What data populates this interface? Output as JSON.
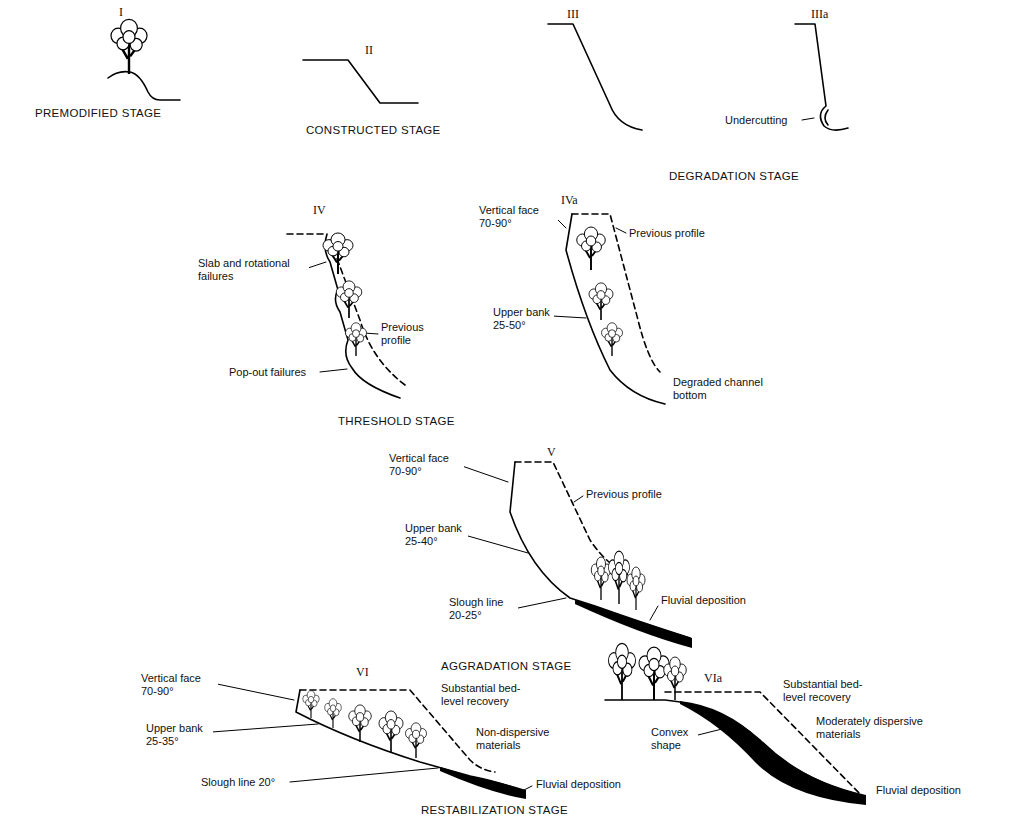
{
  "diagram": {
    "labels": [
      "I",
      "PREMODIFIED STAGE",
      "II",
      "CONSTRUCTED STAGE",
      "III",
      "IIIa",
      "Undercutting",
      "DEGRADATION STAGE",
      "IV",
      "Slab and rotational failures",
      "Previous profile",
      "Pop-out failures",
      "IVa",
      "Vertical face 70-90°",
      "Previous profile",
      "Upper bank 25-50°",
      "Degraded channel bottom",
      "THRESHOLD STAGE",
      "V",
      "Vertical face 70-90°",
      "Previous profile",
      "Upper bank 25-40°",
      "Slough line 20-25°",
      "Fluvial deposition",
      "AGGRADATION STAGE",
      "VI",
      "Vertical face 70-90°",
      "Substantial bed-level recovery",
      "Non-dispersive materials",
      "Upper bank 25-35°",
      "Slough line 20°",
      "Fluvial deposition",
      "VIa",
      "Substantial bed-level recovery",
      "Moderately dispersive materials",
      "Convex shape",
      "Fluvial deposition",
      "RESTABILIZATION STAGE"
    ]
  }
}
